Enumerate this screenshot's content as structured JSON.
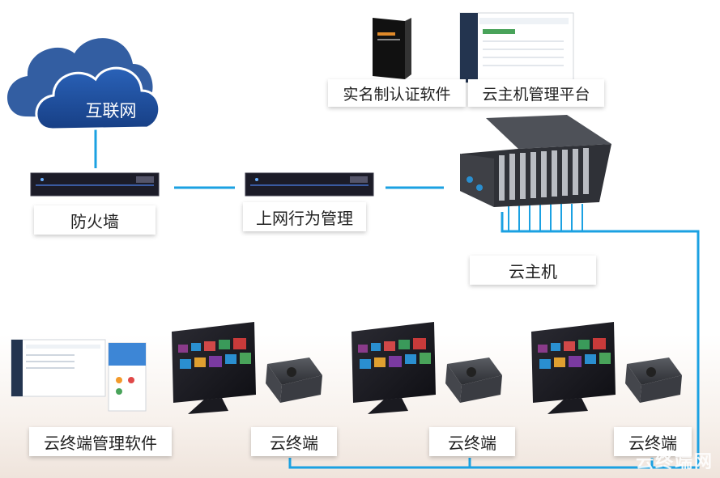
{
  "nodes": {
    "internet": "互联网",
    "firewall": "防火墙",
    "behavior_mgmt": "上网行为管理",
    "real_name_software": "实名制认证软件",
    "cloud_host_platform": "云主机管理平台",
    "cloud_host": "云主机",
    "terminal_mgmt_software": "云终端管理软件",
    "terminal_1": "云终端",
    "terminal_2": "云终端",
    "terminal_3": "云终端"
  },
  "watermark": "云终端网",
  "colors": {
    "cloud": "#1e4f9b",
    "link": "#1ba1e2",
    "device": "#1c1c28"
  }
}
